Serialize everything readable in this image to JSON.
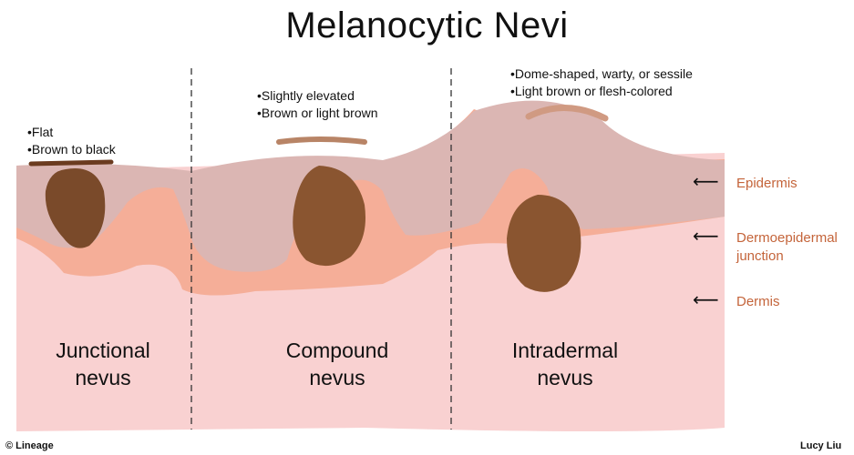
{
  "title": "Melanocytic Nevi",
  "panels": [
    {
      "label_line1": "Junctional",
      "label_line2": "nevus",
      "bullets": [
        "Flat",
        "Brown to black"
      ]
    },
    {
      "label_line1": "Compound",
      "label_line2": "nevus",
      "bullets": [
        "Slightly elevated",
        "Brown or light brown"
      ]
    },
    {
      "label_line1": "Intradermal",
      "label_line2": "nevus",
      "bullets": [
        "Dome-shaped, warty, or sessile",
        "Light brown or flesh-colored"
      ]
    }
  ],
  "layers": {
    "epidermis": "Epidermis",
    "junction_line1": "Dermoepidermal",
    "junction_line2": "junction",
    "dermis": "Dermis"
  },
  "credits": {
    "left": "© Lineage",
    "right": "Lucy Liu"
  },
  "colors": {
    "dermis": "#f9d1d1",
    "junction": "#f5ae98",
    "epidermis": "#dbb6b3",
    "nevus": "#7a4a2a",
    "label_accent": "#c4643a"
  }
}
